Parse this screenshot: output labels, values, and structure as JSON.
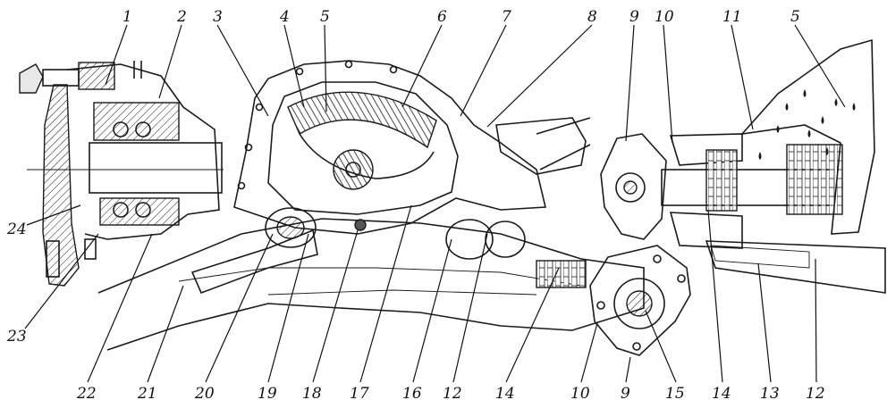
{
  "figure": {
    "callouts": {
      "c1": "1",
      "c2": "2",
      "c3": "3",
      "c4": "4",
      "c5a": "5",
      "c6": "6",
      "c7": "7",
      "c8": "8",
      "c9a": "9",
      "c10a": "10",
      "c11": "11",
      "c5b": "5",
      "c24": "24",
      "c23": "23",
      "c22": "22",
      "c21": "21",
      "c20": "20",
      "c19": "19",
      "c18": "18",
      "c17": "17",
      "c16": "16",
      "c12a": "12",
      "c14a": "14",
      "c10b": "10",
      "c9b": "9",
      "c15": "15",
      "c14b": "14",
      "c13": "13",
      "c12b": "12"
    },
    "colors": {
      "ink": "#1a1a1a",
      "paper": "#ffffff",
      "shade": "#d8d8d8",
      "dark": "#555555"
    }
  }
}
